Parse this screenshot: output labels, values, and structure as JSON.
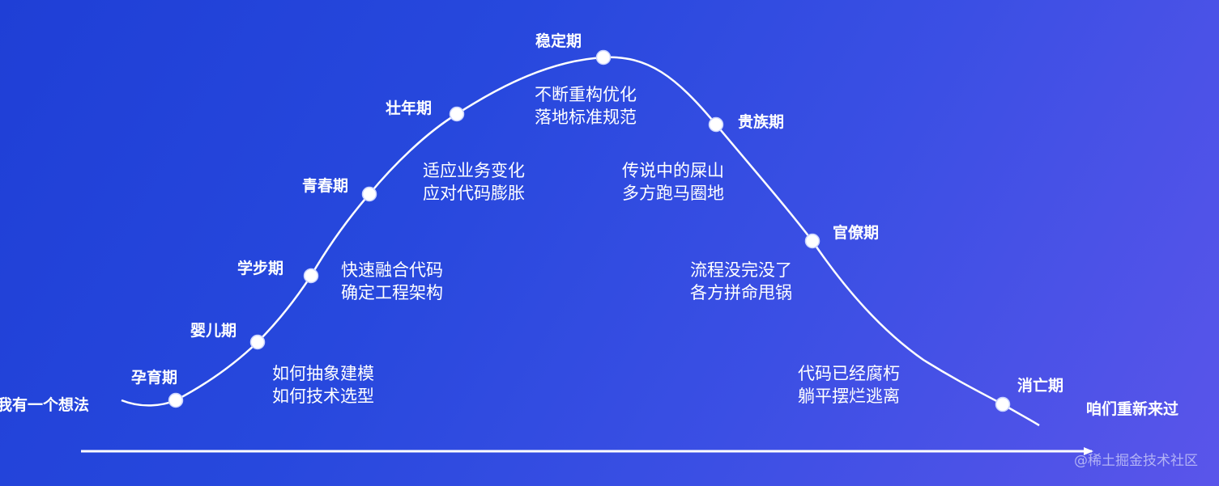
{
  "start_text": "我有一个想法",
  "end_text": "咱们重新来过",
  "stages": [
    {
      "name": "孕育期"
    },
    {
      "name": "婴儿期"
    },
    {
      "name": "学步期"
    },
    {
      "name": "青春期"
    },
    {
      "name": "壮年期"
    },
    {
      "name": "稳定期"
    },
    {
      "name": "贵族期"
    },
    {
      "name": "官僚期"
    },
    {
      "name": "消亡期"
    }
  ],
  "descriptions": [
    {
      "line1": "如何抽象建模",
      "line2": "如何技术选型"
    },
    {
      "line1": "快速融合代码",
      "line2": "确定工程架构"
    },
    {
      "line1": "适应业务变化",
      "line2": "应对代码膨胀"
    },
    {
      "line1": "不断重构优化",
      "line2": "落地标准规范"
    },
    {
      "line1": "传说中的屎山",
      "line2": "多方跑马圈地"
    },
    {
      "line1": "流程没完没了",
      "line2": "各方拼命甩锅"
    },
    {
      "line1": "代码已经腐朽",
      "line2": "躺平摆烂逃离"
    }
  ],
  "watermark": "@稀土掘金技术社区",
  "colors": {
    "curve": "#ffffff",
    "node_fill": "#ffffff",
    "text": "#ffffff"
  }
}
